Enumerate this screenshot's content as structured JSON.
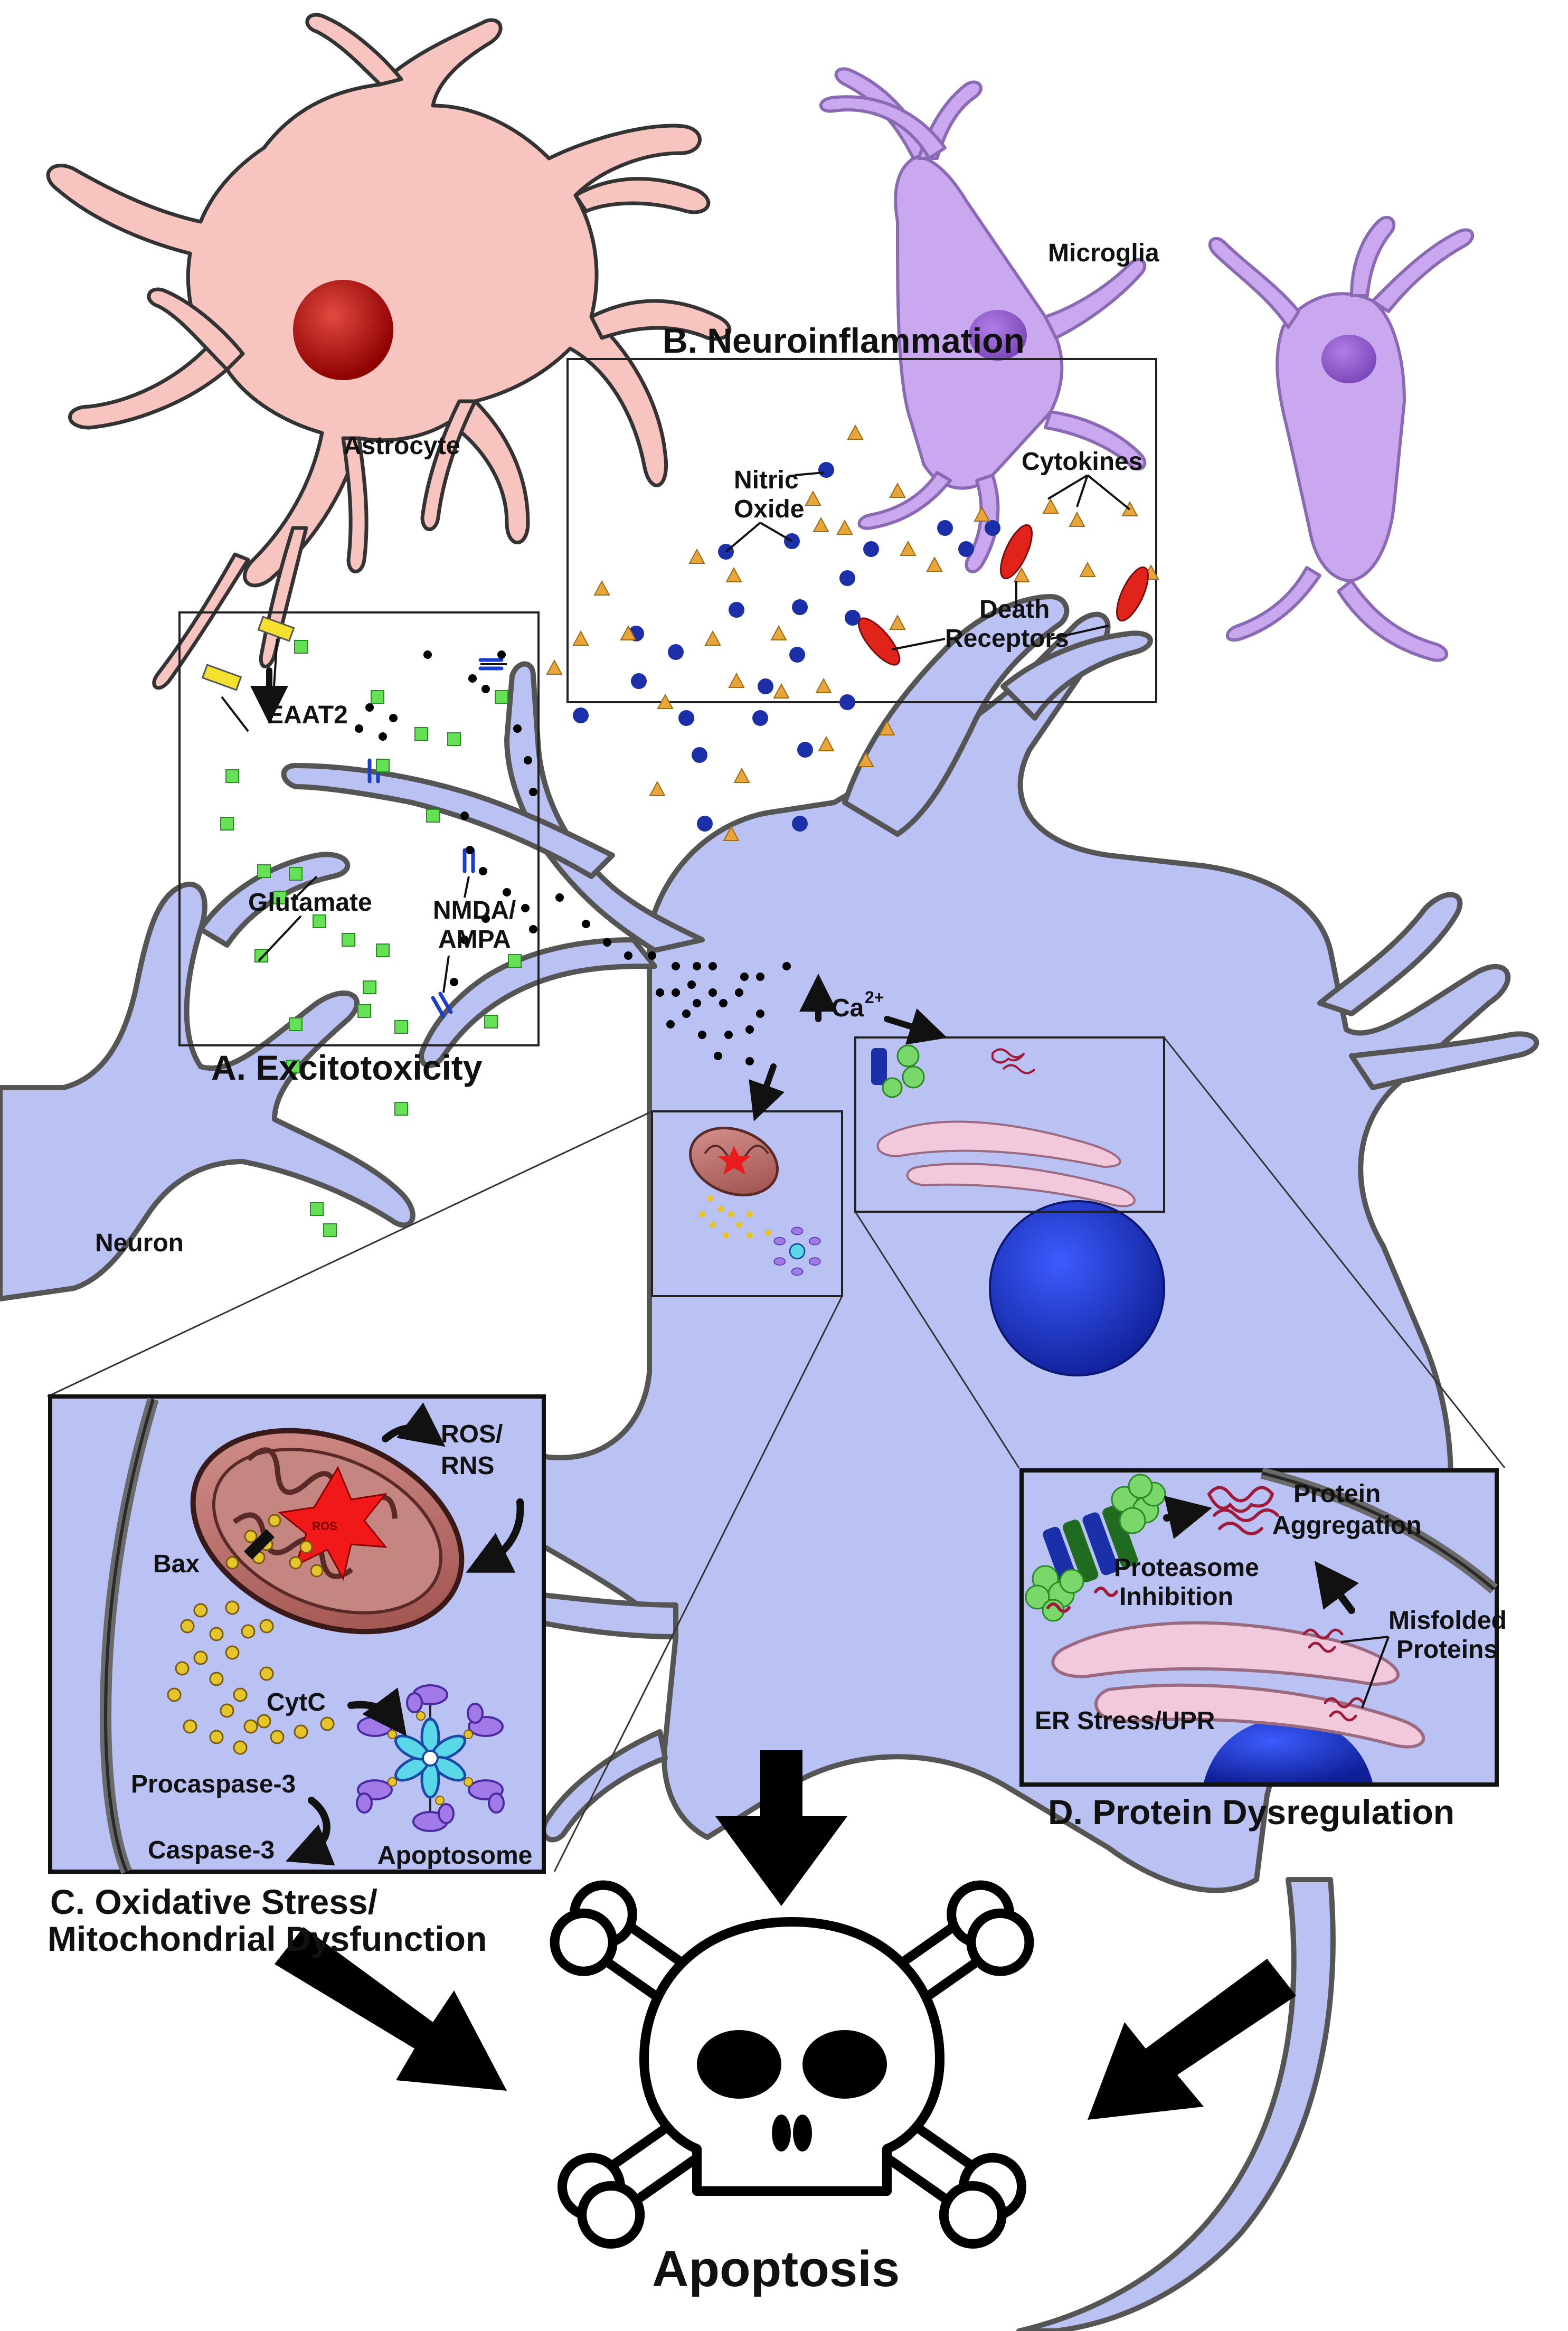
{
  "labels": {
    "astrocyte": "Astrocyte",
    "microglia": "Microglia",
    "neuron": "Neuron",
    "nitric_oxide_line1": "Nitric",
    "nitric_oxide_line2": "Oxide",
    "cytokines": "Cytokines",
    "death_receptors_line1": "Death",
    "death_receptors_line2": "Receptors",
    "eaat2": "EAAT2",
    "glutamate": "Glutamate",
    "nmda_ampa_line1": "NMDA/",
    "nmda_ampa_line2": "AMPA",
    "calcium": "Ca",
    "calcium_charge": "2+",
    "ros_rns_line1": "ROS/",
    "ros_rns_line2": "RNS",
    "ros": "ROS",
    "bax": "Bax",
    "cytc": "CytC",
    "procaspase3": "Procaspase-3",
    "caspase3": "Caspase-3",
    "apoptosome": "Apoptosome",
    "protein_aggregation_line1": "Protein",
    "protein_aggregation_line2": "Aggregation",
    "proteasome_inhibition_line1": "Proteasome",
    "proteasome_inhibition_line2": "Inhibition",
    "misfolded_proteins_line1": "Misfolded",
    "misfolded_proteins_line2": "Proteins",
    "er_stress": "ER Stress/UPR",
    "apoptosis": "Apoptosis"
  },
  "sections": {
    "a": "A. Excitotoxicity",
    "b": "B. Neuroinflammation",
    "c_line1": "C. Oxidative Stress/",
    "c_line2": "Mitochondrial Dysfunction",
    "d": "D. Protein Dysregulation"
  },
  "colors": {
    "astrocyte": "#f7c4c0",
    "astrocyte_nucleus": "#a10000",
    "microglia": "#c9a8ef",
    "microglia_nucleus": "#8a55c8",
    "neuron": "#b9c2f3",
    "neuron_nucleus": "#1734c8",
    "glutamate": "#66e055",
    "nitric_oxide": "#1a2fa8",
    "cytokine": "#e8a53a",
    "death_receptor": "#e0241c",
    "eaat2": "#f5e030",
    "cytochrome_c": "#e6c52a",
    "mitochondria": "#b9706a",
    "er": "#f2c9dc",
    "proteasome": "#7ad86a"
  },
  "icons": {
    "skull": "skull-crossbones-icon",
    "arrow": "bold-arrow-icon"
  }
}
